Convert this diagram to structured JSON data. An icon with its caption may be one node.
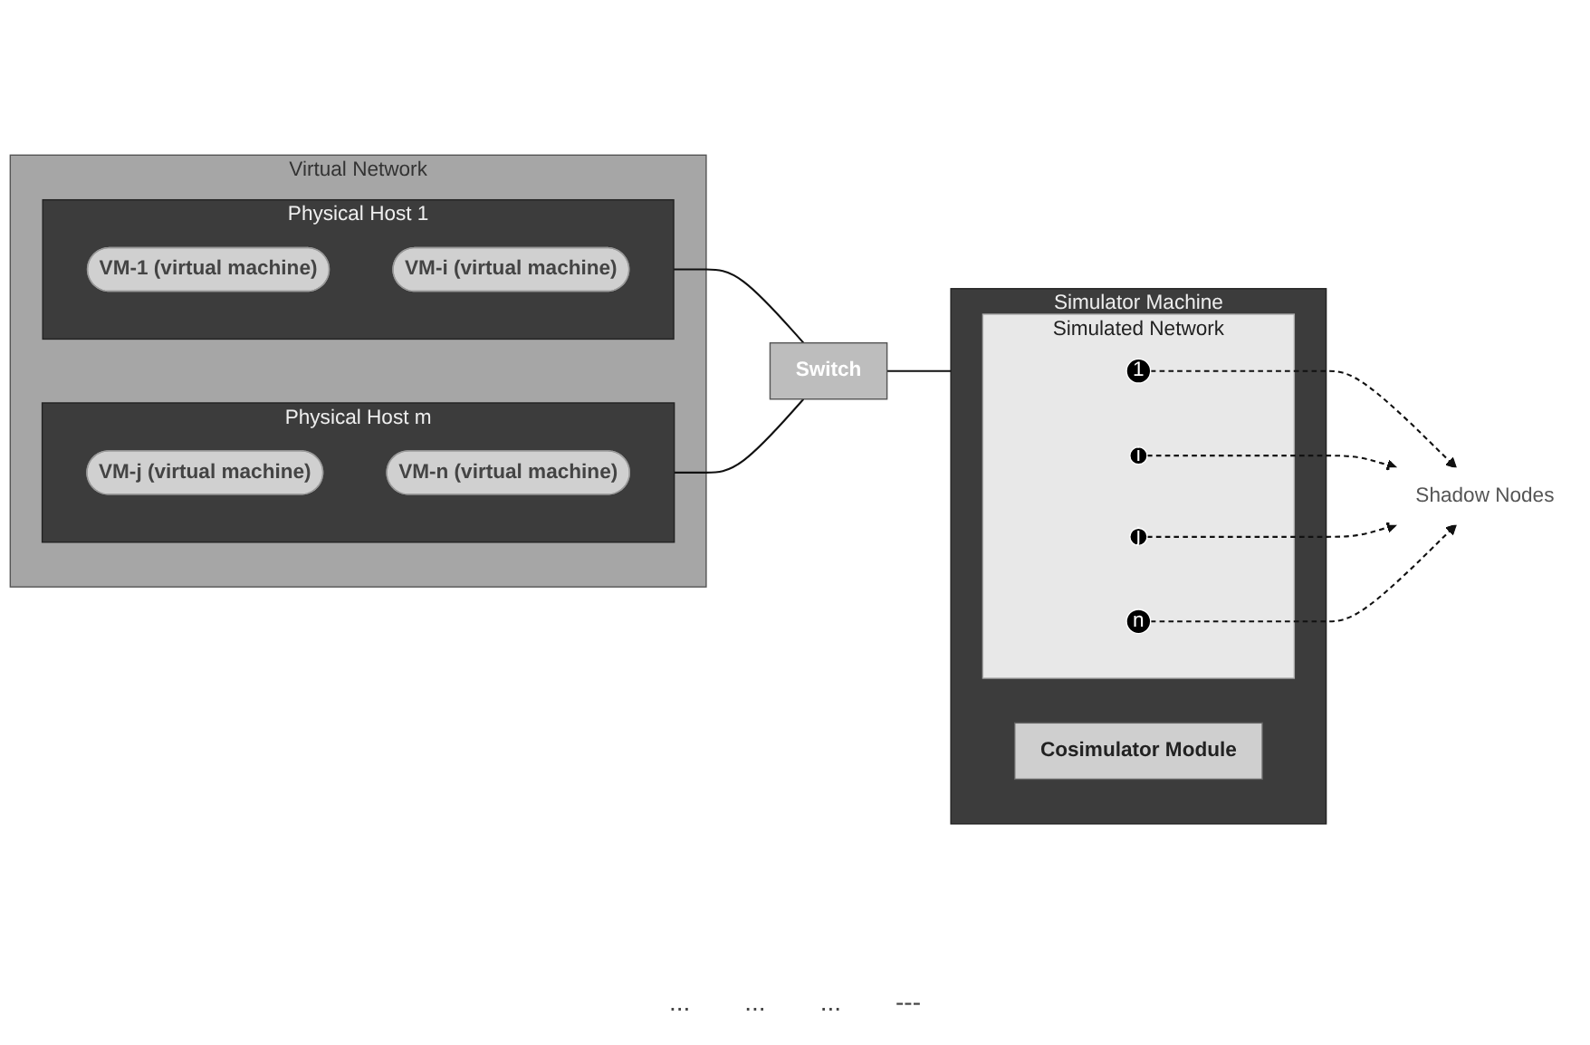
{
  "diagram": {
    "nodes": [
      {
        "text": [
          "Virtual Network"
        ]
      },
      {
        "text": [
          "Physical Host 1"
        ],
        "in": 0
      },
      {
        "text": [
          "VM-1 (virtual machine)"
        ],
        "in": 1
      },
      {
        "text": [
          "VM-i (virtual machine)"
        ],
        "in": 1
      },
      {
        "text": [
          "Physical  Host m"
        ],
        "in": 0
      },
      {
        "text": [
          "VM-j (virtual machine)"
        ],
        "in": 4
      },
      {
        "text": [
          "VM-n (virtual machine)"
        ],
        "in": 4
      },
      {
        "text": [
          "Switch"
        ]
      },
      {
        "text": [
          "Simulator Machine"
        ]
      },
      {
        "text": [
          "Cosimulator Module"
        ],
        "in": 8
      },
      {
        "text": [
          "Simulated Network"
        ],
        "in": 8
      },
      {
        "text": [
          "1"
        ],
        "in": 10
      },
      {
        "text": [
          "n"
        ],
        "in": 10
      },
      {
        "text": [
          "i"
        ],
        "in": 10
      },
      {
        "text": [
          "j"
        ],
        "in": 10
      },
      {
        "text": [
          "Shadow Nodes"
        ]
      }
    ],
    "edges": [
      {
        "from": 1,
        "to": 7,
        "arrow": "none"
      },
      {
        "from": 4,
        "to": 7,
        "arrow": "none"
      },
      {
        "from": 7,
        "to": 8,
        "arrow": "none"
      },
      {
        "from": 11,
        "to": 15,
        "arrow": "to",
        "style": "dashed"
      },
      {
        "from": 13,
        "to": 15,
        "arrow": "to",
        "style": "dashed"
      },
      {
        "from": 14,
        "to": 15,
        "arrow": "to",
        "style": "dashed"
      },
      {
        "from": 12,
        "to": 15,
        "arrow": "to",
        "style": "dashed"
      }
    ],
    "labels": [
      "...",
      "...",
      "...",
      "---"
    ]
  }
}
